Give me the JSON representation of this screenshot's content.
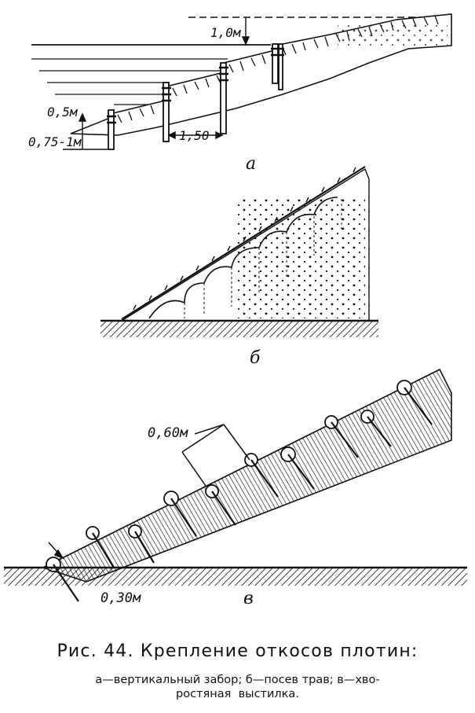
{
  "figure": {
    "panel_a": {
      "letter": "a",
      "dim_top": "1,0м",
      "dim_step": "0,5м",
      "dim_depth": "0,75-1м",
      "dim_spacing": "1,50"
    },
    "panel_b": {
      "letter": "б"
    },
    "panel_c": {
      "letter": "в",
      "dim_row": "0,60м",
      "dim_bottom": "0,30м"
    }
  },
  "caption": {
    "title": "Рис. 44. Крепление откосов плотин:",
    "legend_line1": "а—вертикальный забор; б—посев трав; в—хво-",
    "legend_line2": "ростяная  выстилка."
  }
}
